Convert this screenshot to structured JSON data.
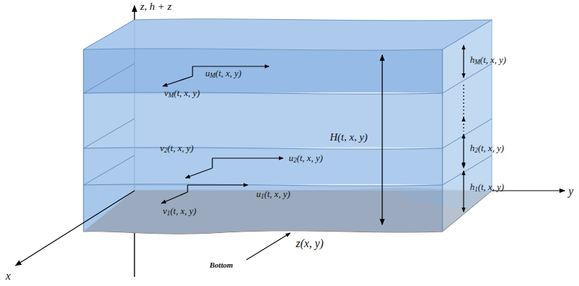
{
  "diagram": {
    "labels": [
      "z, h + z",
      "uM(t, x, y)",
      "vM(t, x, y)",
      "hM(t, x, y)",
      "H(t, x, y)",
      "h2(t, x, y)",
      "u2(t, x, y)",
      "v2(t, x, y)",
      "h1(t, x, y)",
      "u1(t, x, y)",
      "v1(t, x, y)",
      "y",
      "Bottom",
      "z(x, y)",
      "x"
    ]
  }
}
